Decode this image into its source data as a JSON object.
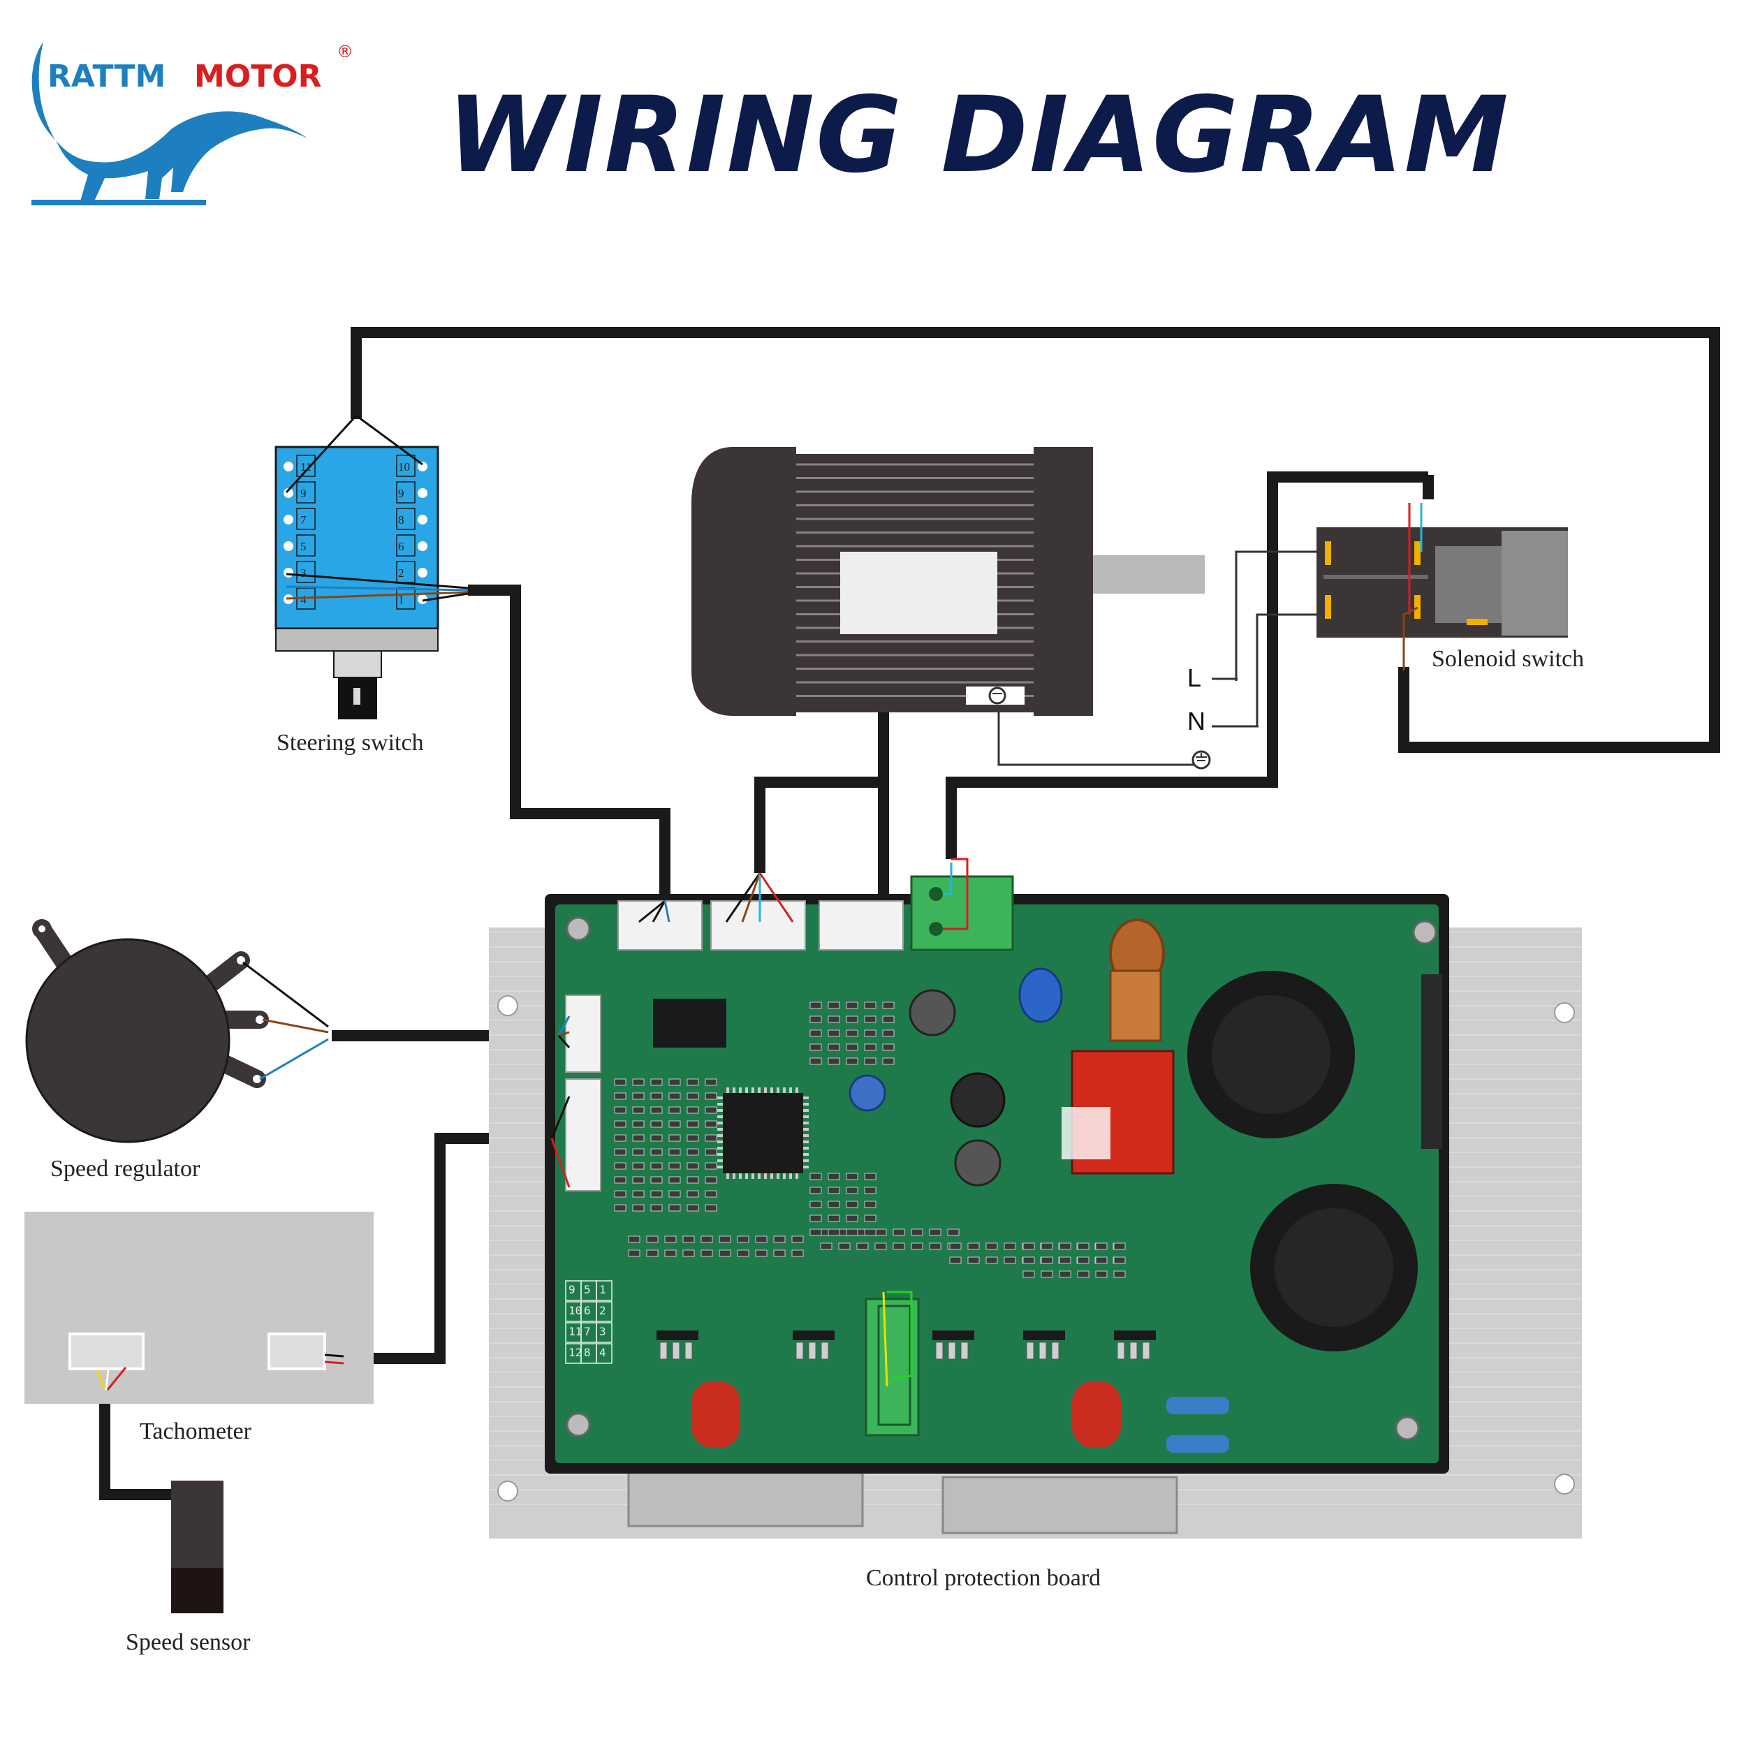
{
  "brand": {
    "name_part1": "RATTM",
    "name_part2": "MOTOR",
    "registered": "®"
  },
  "title": "WIRING DIAGRAM",
  "components": {
    "steering_switch": "Steering switch",
    "solenoid_switch": "Solenoid switch",
    "speed_regulator": "Speed regulator",
    "tachometer": "Tachometer",
    "speed_sensor": "Speed sensor",
    "control_board": "Control protection board"
  },
  "power_lines": {
    "live": "L",
    "neutral": "N"
  },
  "steering_switch_pins": {
    "left": [
      "11",
      "9",
      "7",
      "5",
      "3",
      "4"
    ],
    "right": [
      "10",
      "9",
      "8",
      "6",
      "2",
      "1"
    ]
  },
  "board_pins": {
    "bottom": [
      "9",
      "10",
      "11",
      "12",
      "5",
      "6",
      "7",
      "8",
      "1",
      "2",
      "3",
      "4"
    ]
  },
  "colors": {
    "cable": "#1a1a1a",
    "title": "#0d1b4a",
    "brand_blue": "#1e7fc0",
    "brand_red": "#d81e1e",
    "pcb_green": "#1f7a4b",
    "switch_blue": "#2aa6e6",
    "motor_body": "#3c3536"
  }
}
